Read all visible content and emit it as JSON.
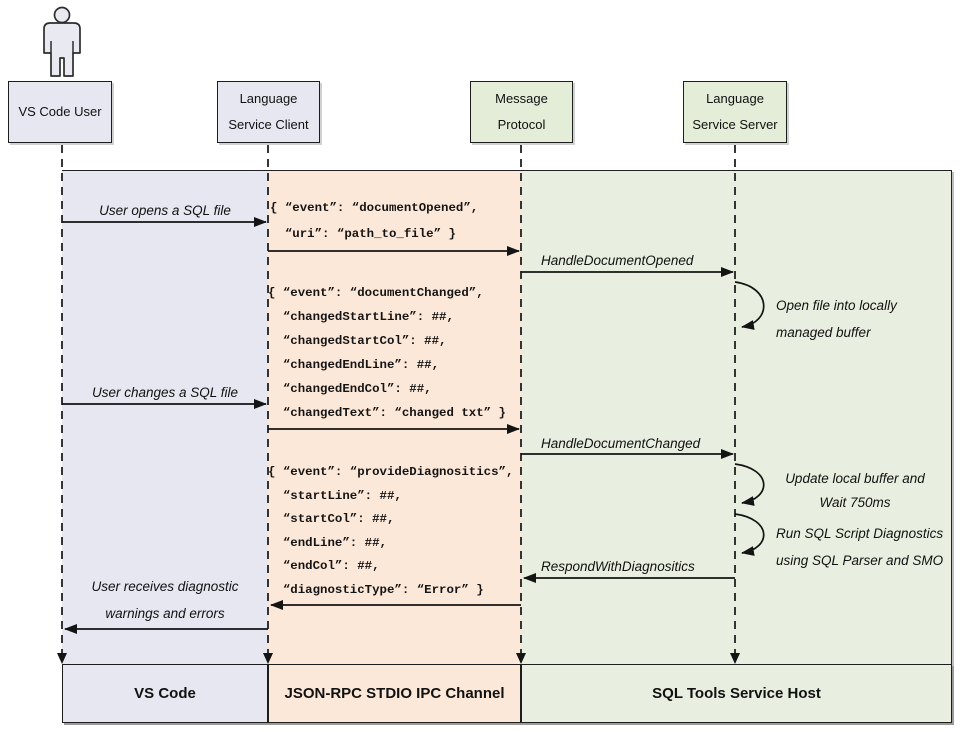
{
  "header": {
    "user": "VS Code User",
    "client": "Language\nService Client",
    "protocol": "Message\nProtocol",
    "server": "Language\nService Server"
  },
  "messages": {
    "user_opens": "User opens a SQL file",
    "handle_document_opened": "HandleDocumentOpened",
    "open_file_note": "Open file into locally\nmanaged buffer",
    "user_changes": "User changes a SQL file",
    "handle_document_changed": "HandleDocumentChanged",
    "update_buffer_note": "Update local buffer and\nWait 750ms",
    "run_diagnostics_note": "Run SQL Script Diagnostics\nusing SQL Parser and SMO",
    "respond_with_diagnostics": "RespondWithDiagnositics",
    "user_receives": "User receives diagnostic\nwarnings and errors"
  },
  "payloads": {
    "document_opened": "{ “event”: “documentOpened”,\n  “uri”: “path_to_file” }",
    "document_changed": "{ “event”: “documentChanged”,\n  “changedStartLine”: ##,\n  “changedStartCol”: ##,\n  “changedEndLine”: ##,\n  “changedEndCol”: ##,\n  “changedText”: “changed txt” }",
    "provide_diagnostics": "{ “event”: “provideDiagnositics”,\n  “startLine”: ##,\n  “startCol”: ##,\n  “endLine”: ##,\n  “endCol”: ##,\n  “diagnosticType”: “Error” }"
  },
  "footer": {
    "vscode": "VS Code",
    "ipc_channel": "JSON-RPC STDIO IPC Channel",
    "service_host": "SQL Tools Service Host"
  },
  "colors": {
    "lavender": "#e7e7f1",
    "peach": "#fce8d9",
    "green": "#e9efe0",
    "green_box": "#e3edd8"
  }
}
